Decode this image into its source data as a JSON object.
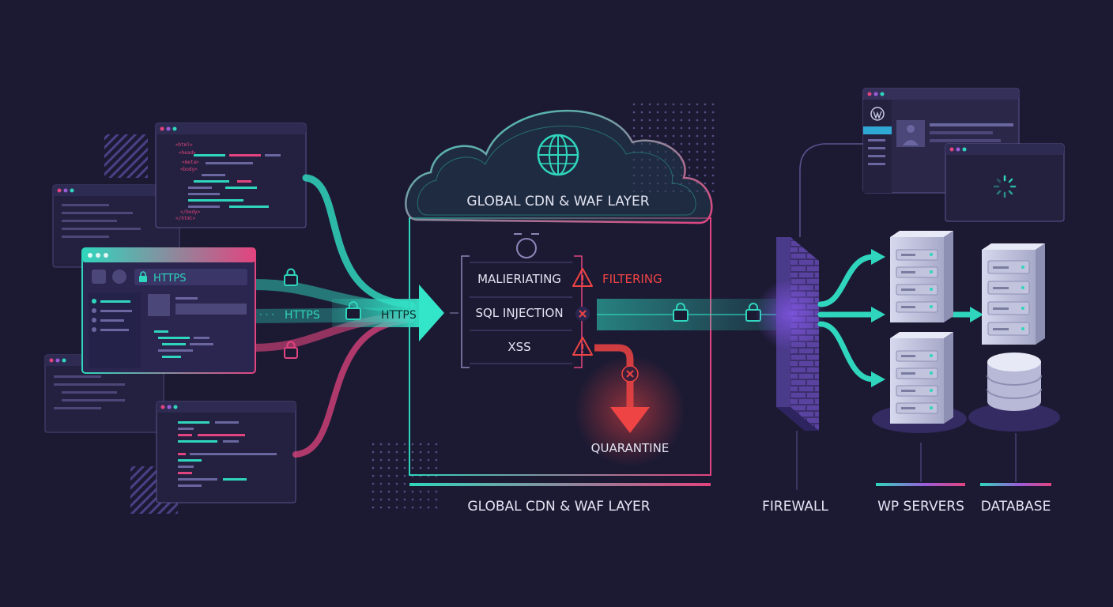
{
  "cdn": {
    "cloud_title": "GLOBAL CDN & WAF LAYER",
    "bottom_label": "GLOBAL CDN & WAF LAYER",
    "globe_icon": "globe-icon",
    "threats": [
      {
        "label": "MALIERIATING",
        "icon": "warning-icon"
      },
      {
        "label": "SQL INJECTION",
        "icon": "x-circle-icon"
      },
      {
        "label": "XSS",
        "icon": "warning-icon"
      }
    ],
    "filtering_label": "FILTERING",
    "quarantine_label": "QUARANTINE"
  },
  "client": {
    "address_bar_text": "HTTPS",
    "stream_label_1": "HTTPS",
    "stream_label_2": "HTTPS",
    "code_lines": [
      "<html>",
      "<head>",
      "<meta>",
      "<body>",
      "</body>",
      "</html>"
    ]
  },
  "labels": {
    "firewall": "FIREWALL",
    "wp_servers": "WP SERVERS",
    "database": "DATABASE"
  },
  "colors": {
    "background": "#1c1a33",
    "teal": "#2fd6bd",
    "pink": "#e2447f",
    "purple": "#7c4bd6",
    "red": "#ef4444",
    "text": "#e2e4f2"
  }
}
